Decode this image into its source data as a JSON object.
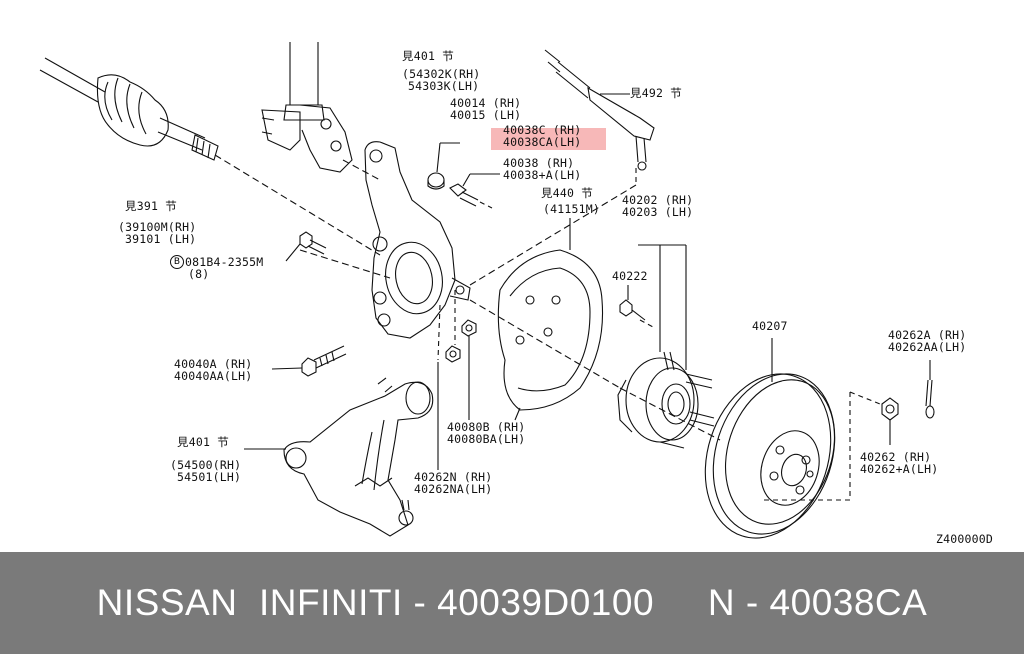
{
  "labels": {
    "see401_top": "見401 节",
    "strut_rh": "(54302K(RH)",
    "strut_lh": "54303K(LH)",
    "knuckle_rh": "40014 (RH)",
    "knuckle_lh": "40015 (LH)",
    "bush_rh": "40038C (RH)",
    "bush_lh": "40038CA(LH)",
    "bolt_rh": "40038 (RH)",
    "bolt_lh": "40038+A(LH)",
    "see492": "見492 节",
    "see440": "見440 节",
    "plate": "(41151M)",
    "hub_rh": "40202 (RH)",
    "hub_lh": "40203 (LH)",
    "hub_bolt": "40222",
    "see391": "見391 节",
    "shaft_rh": "(39100M(RH)",
    "shaft_lh": "39101 (LH)",
    "b_bolt": "081B4-2355M",
    "b_bolt_qty": "(8)",
    "b_mark": "B",
    "rotor": "40207",
    "pin_rh": "40262A (RH)",
    "pin_lh": "40262AA(LH)",
    "lowbolt_rh": "40040A (RH)",
    "lowbolt_lh": "40040AA(LH)",
    "nut_rh": "40080B (RH)",
    "nut_lh": "40080BA(LH)",
    "see401_bottom": "見401 节",
    "arm_rh": "(54500(RH)",
    "arm_lh": "54501(LH)",
    "nut2_rh": "40262N (RH)",
    "nut2_lh": "40262NA(LH)",
    "hubnut_rh": "40262 (RH)",
    "hubnut_lh": "40262+A(LH)",
    "code": "Z400000D"
  },
  "footer": {
    "text": "NISSAN  INFINITI - 40039D0100     N - 40038CA",
    "background": "#7a7a7a"
  },
  "highlight_color": "#f4a0a0"
}
